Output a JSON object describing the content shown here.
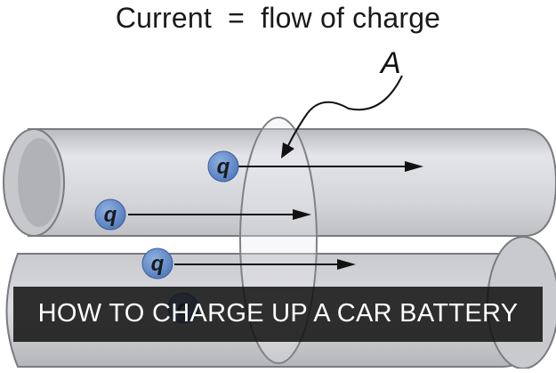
{
  "diagram": {
    "title": "Current  =  flow of charge",
    "area_label": "A",
    "charge_symbol": "q",
    "charge_count": 4
  },
  "caption": {
    "text": "HOW TO CHARGE UP A CAR BATTERY"
  },
  "colors": {
    "pipe_fill": "#d2d3d6",
    "pipe_highlight": "#eaebee",
    "pipe_outline": "#7a7b80",
    "charge_fill": "#5d87c9",
    "arrow": "#111111",
    "caption_bg": "#121212"
  }
}
